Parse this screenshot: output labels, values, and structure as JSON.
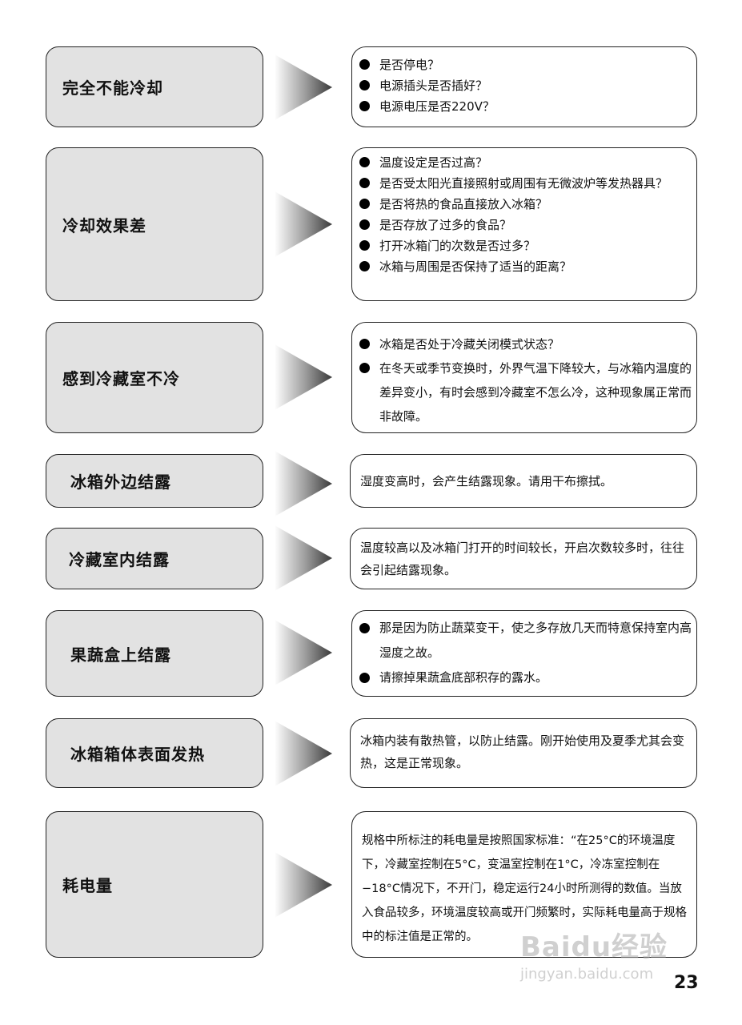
{
  "rows": [
    {
      "title": "完全不能冷却",
      "bullets": [
        "是否停电？",
        "电源插头是否插好？",
        "电源电压是否220V？"
      ]
    },
    {
      "title": "冷却效果差",
      "bullets": [
        "温度设定是否过高？",
        "是否受太阳光直接照射或周围有无微波炉等发热器具？",
        "是否将热的食品直接放入冰箱？",
        "是否存放了过多的食品？",
        "打开冰箱门的次数是否过多？",
        "冰箱与周围是否保持了适当的距离？"
      ]
    },
    {
      "title": "感到冷藏室不冷",
      "bullets": [
        "冰箱是否处于冷藏关闭模式状态？",
        "在冬天或季节变换时，外界气温下降较大，与冰箱内温度的差异变小，有时会感到冷藏室不怎么冷，这种现象属正常而非故障。"
      ]
    },
    {
      "title": "冰箱外边结露",
      "text": "湿度变高时，会产生结露现象。请用干布擦拭。"
    },
    {
      "title": "冷藏室内结露",
      "text": "温度较高以及冰箱门打开的时间较长，开启次数较多时，往往会引起结露现象。"
    },
    {
      "title": "果蔬盒上结露",
      "bullets": [
        "那是因为防止蔬菜变干，使之多存放几天而特意保持室内高湿度之故。",
        "请擦掉果蔬盒底部积存的露水。"
      ]
    },
    {
      "title": "冰箱箱体表面发热",
      "text": "冰箱内装有散热管，以防止结露。刚开始使用及夏季尤其会变热，这是正常现象。"
    },
    {
      "title": "耗电量",
      "text": "规格中所标注的耗电量是按照国家标准：“在25°C的环境温度下，冷藏室控制在5°C，变温室控制在1°C，冷冻室控制在−18°C情况下，不开门，稳定运行24小时所测得的数值。当放入食品较多，环境温度较高或开门频繁时，实际耗电量高于规格中的标注值是正常的。"
    }
  ],
  "page_number": "23",
  "watermark": {
    "logo": "Baidu经验",
    "url": "jingyan.baidu.com"
  }
}
